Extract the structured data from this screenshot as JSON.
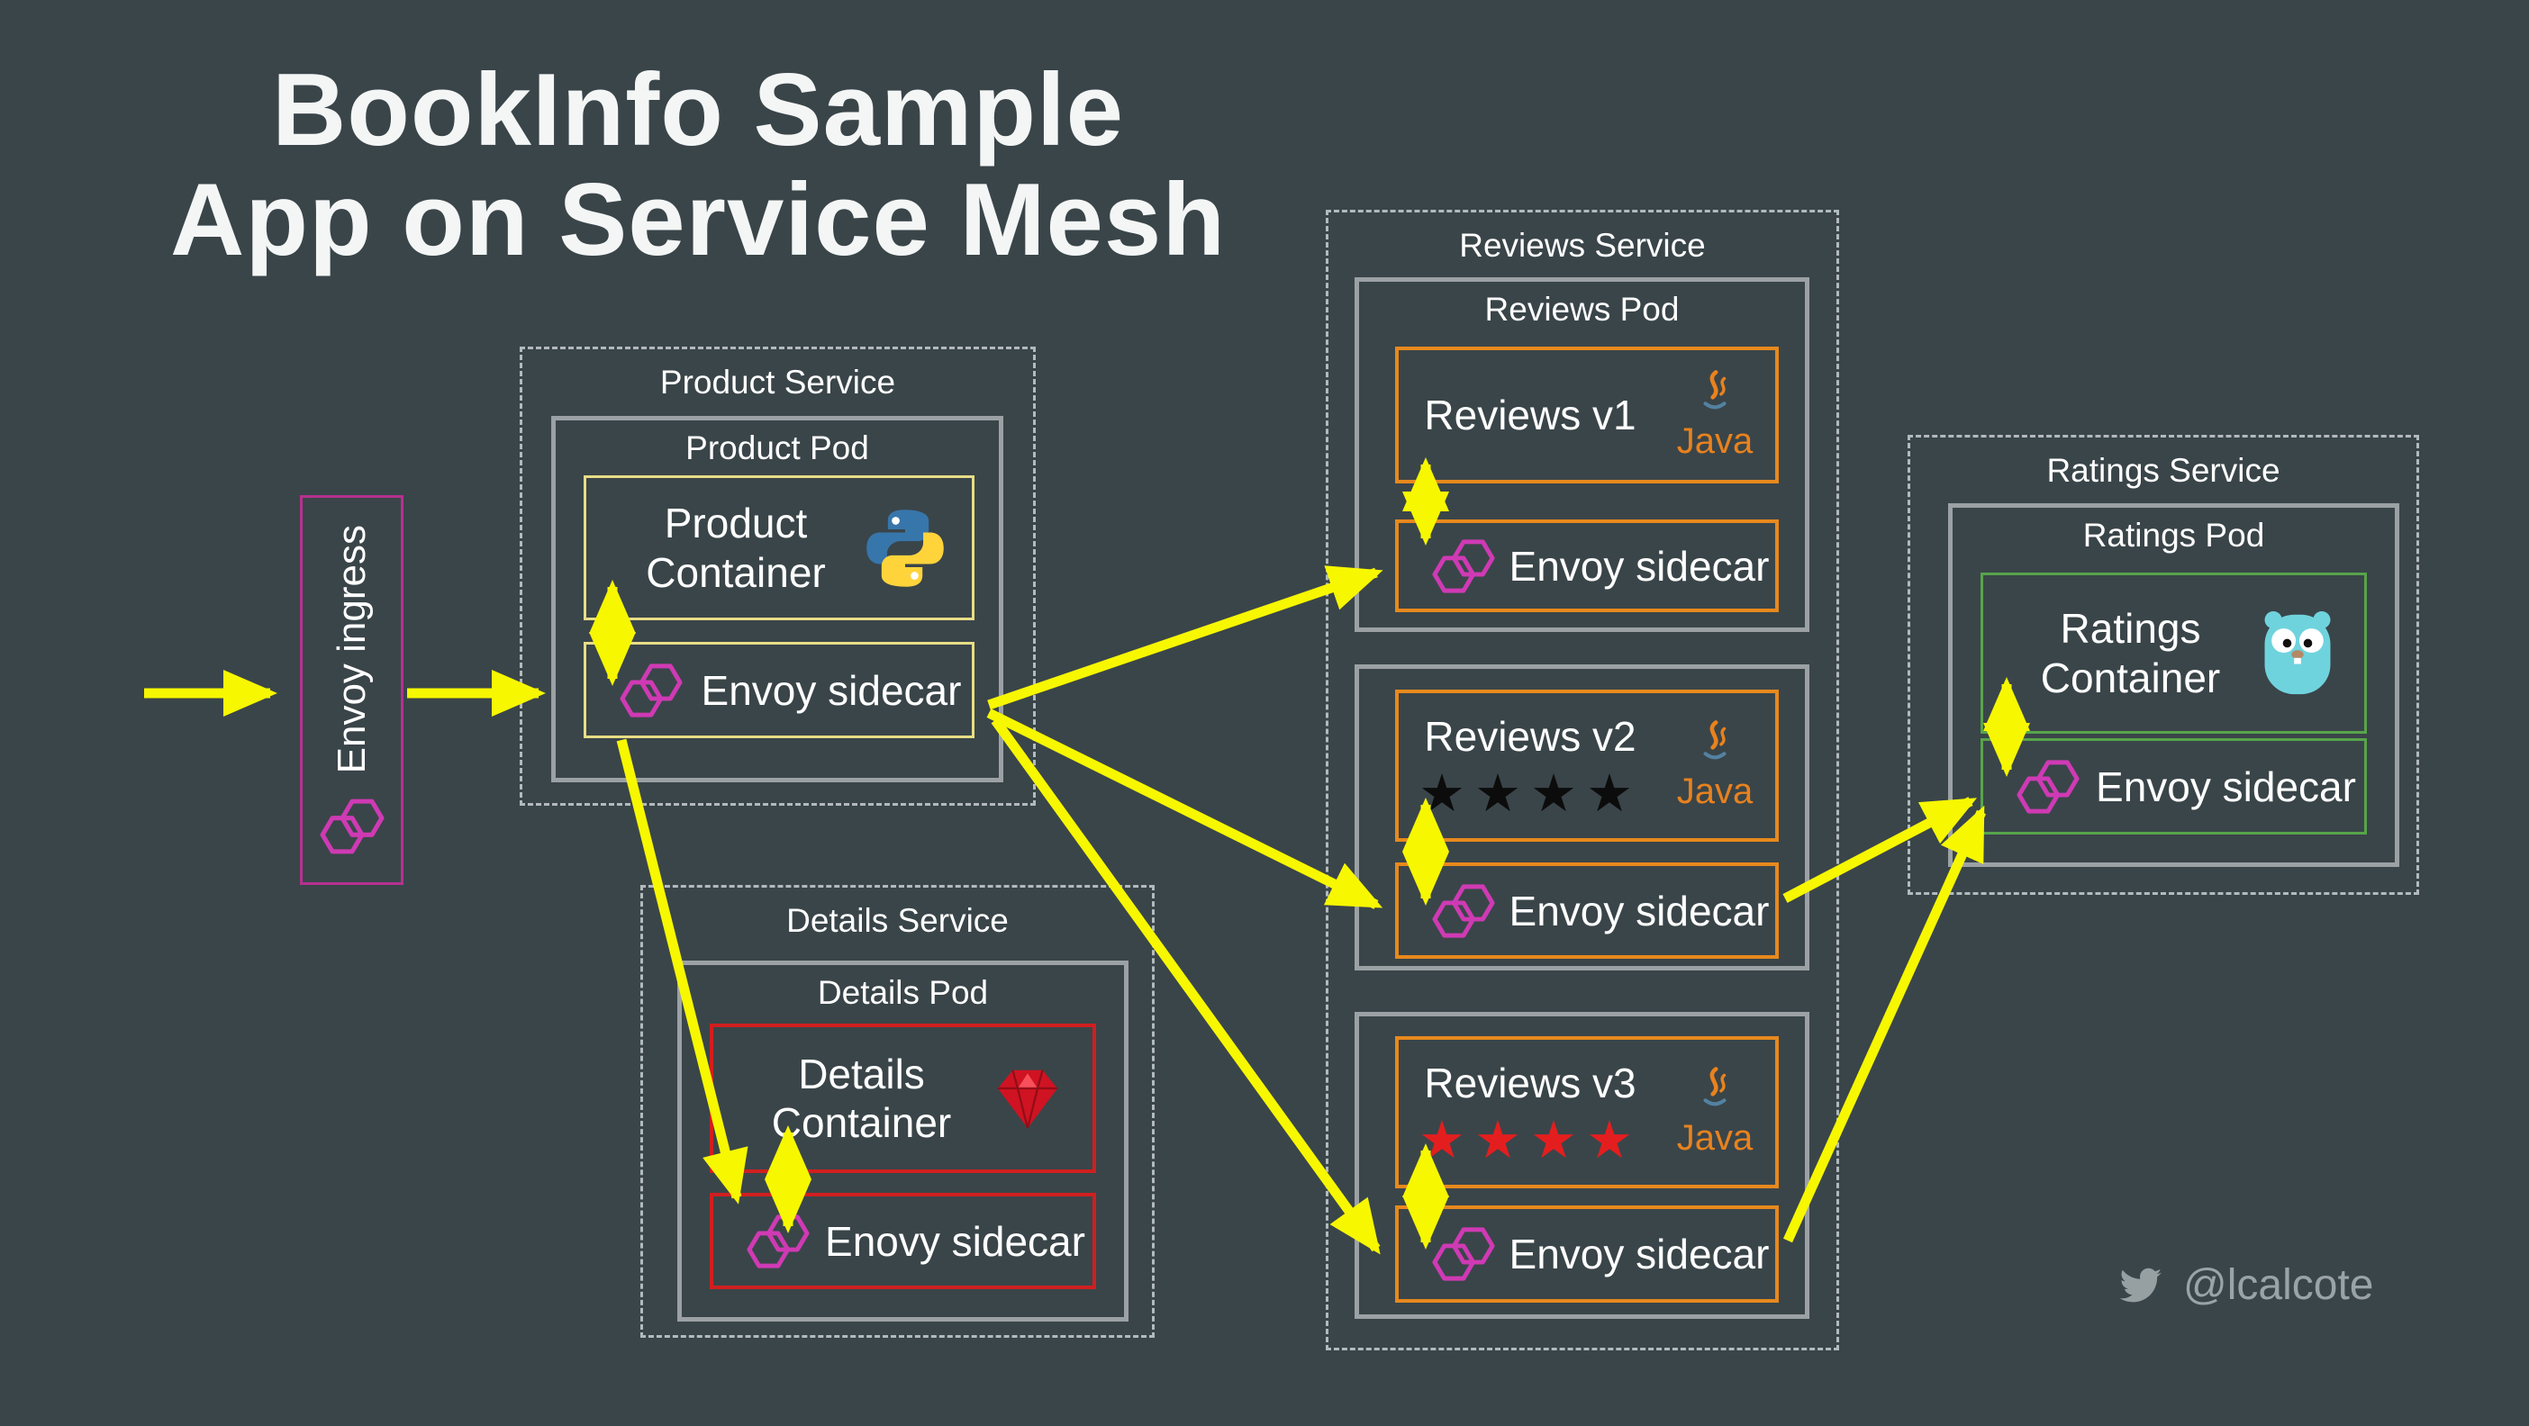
{
  "title": {
    "line1": "BookInfo Sample",
    "line2": "App on Service Mesh"
  },
  "ingress": {
    "label": "Envoy ingress",
    "icon": "envoy-logo-icon"
  },
  "services": {
    "product": {
      "service_label": "Product Service",
      "pod_label": "Product Pod",
      "container_label": "Product Container",
      "container_icon": "python-icon",
      "sidecar_label": "Envoy sidecar",
      "sidecar_icon": "envoy-logo-icon",
      "accent_color": "#e8dd86"
    },
    "details": {
      "service_label": "Details Service",
      "pod_label": "Details Pod",
      "container_label": "Details Container",
      "container_icon": "ruby-icon",
      "sidecar_label": "Enovy sidecar",
      "sidecar_icon": "envoy-logo-icon",
      "accent_color": "#d01f1f"
    },
    "reviews": {
      "service_label": "Reviews Service",
      "pod_label": "Reviews Pod",
      "accent_color": "#e8891d",
      "v1": {
        "label": "Reviews v1",
        "runtime_label": "Java",
        "runtime_icon": "java-icon",
        "sidecar_label": "Envoy sidecar"
      },
      "v2": {
        "label": "Reviews v2",
        "runtime_label": "Java",
        "runtime_icon": "java-icon",
        "stars": "★★★★",
        "stars_color": "#0c0c0c",
        "sidecar_label": "Envoy sidecar"
      },
      "v3": {
        "label": "Reviews v3",
        "runtime_label": "Java",
        "runtime_icon": "java-icon",
        "stars": "★★★★",
        "stars_color": "#e41e1e",
        "sidecar_label": "Envoy sidecar"
      }
    },
    "ratings": {
      "service_label": "Ratings Service",
      "pod_label": "Ratings Pod",
      "container_label": "Ratings Container",
      "container_icon": "go-gopher-icon",
      "sidecar_label": "Envoy sidecar",
      "sidecar_icon": "envoy-logo-icon",
      "accent_color": "#58a44b"
    }
  },
  "footer": {
    "twitter_handle": "@lcalcote",
    "icon": "twitter-icon"
  },
  "colors": {
    "background": "#3a4549",
    "arrow_yellow": "#f7f700",
    "envoy_magenta": "#cf3ab4",
    "java_orange": "#e8821e",
    "pod_border_gray": "#9ba1a4",
    "dashed_border_gray": "#b2babd"
  }
}
